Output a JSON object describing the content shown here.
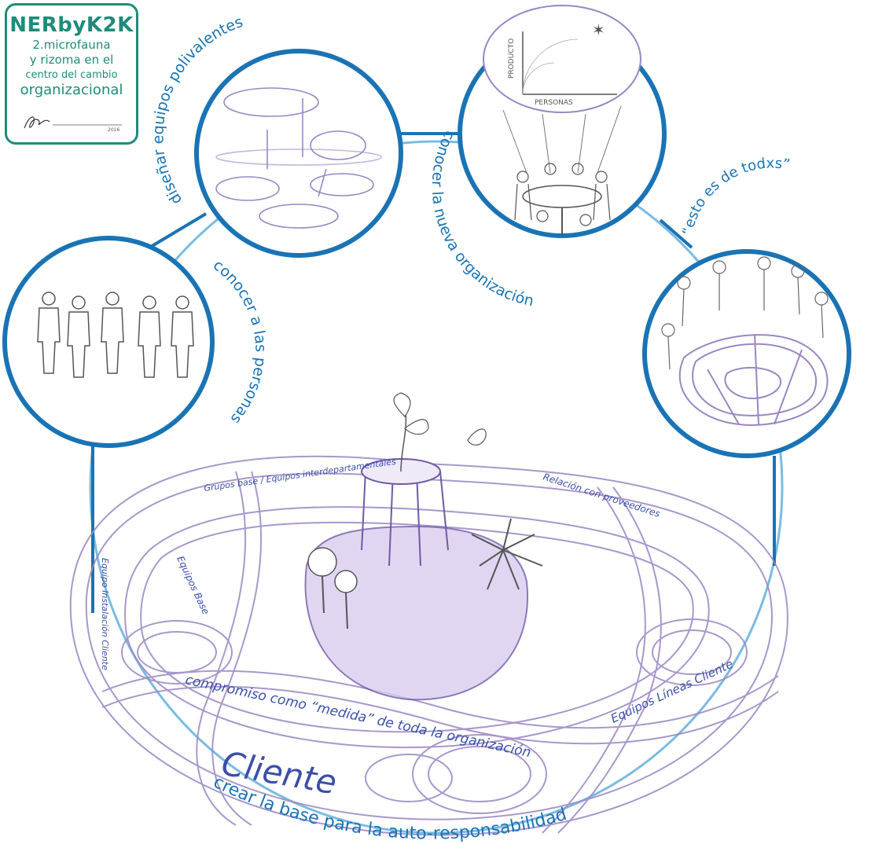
{
  "logo": {
    "title": "NERbyK2K",
    "line1": "2.microfauna",
    "line2": "y rizoma en el",
    "line3": "centro del cambio",
    "line4": "organizacional",
    "year": "2016"
  },
  "labels": {
    "disenar": "diseñar equipos polivalentes",
    "conocer_org": "conocer la nueva organización",
    "todxs": "“esto es de todxs”",
    "personas": "conocer a las personas",
    "base": "crear la base para la auto-responsabilidad"
  },
  "handwritten": {
    "cliente": "Cliente",
    "compromiso": "compromiso como “medida” de toda la organización",
    "equipos_base": "Equipos Base",
    "equipo_instalacion": "Equipo Instalación Cliente",
    "equipo_lineas": "Equipos Líneas Cliente",
    "relacion": "Relación con proveedores",
    "grupos": "Grupos base / Equipos interdepartamentales",
    "chart_y": "PRODUCTO",
    "chart_x": "PERSONAS"
  },
  "colors": {
    "circle_blue": "#1a73b4",
    "light_blue": "#5aaad8",
    "teal": "#1f8c7a",
    "sketch": "#9b86c2",
    "ink": "#3a4fa8"
  }
}
